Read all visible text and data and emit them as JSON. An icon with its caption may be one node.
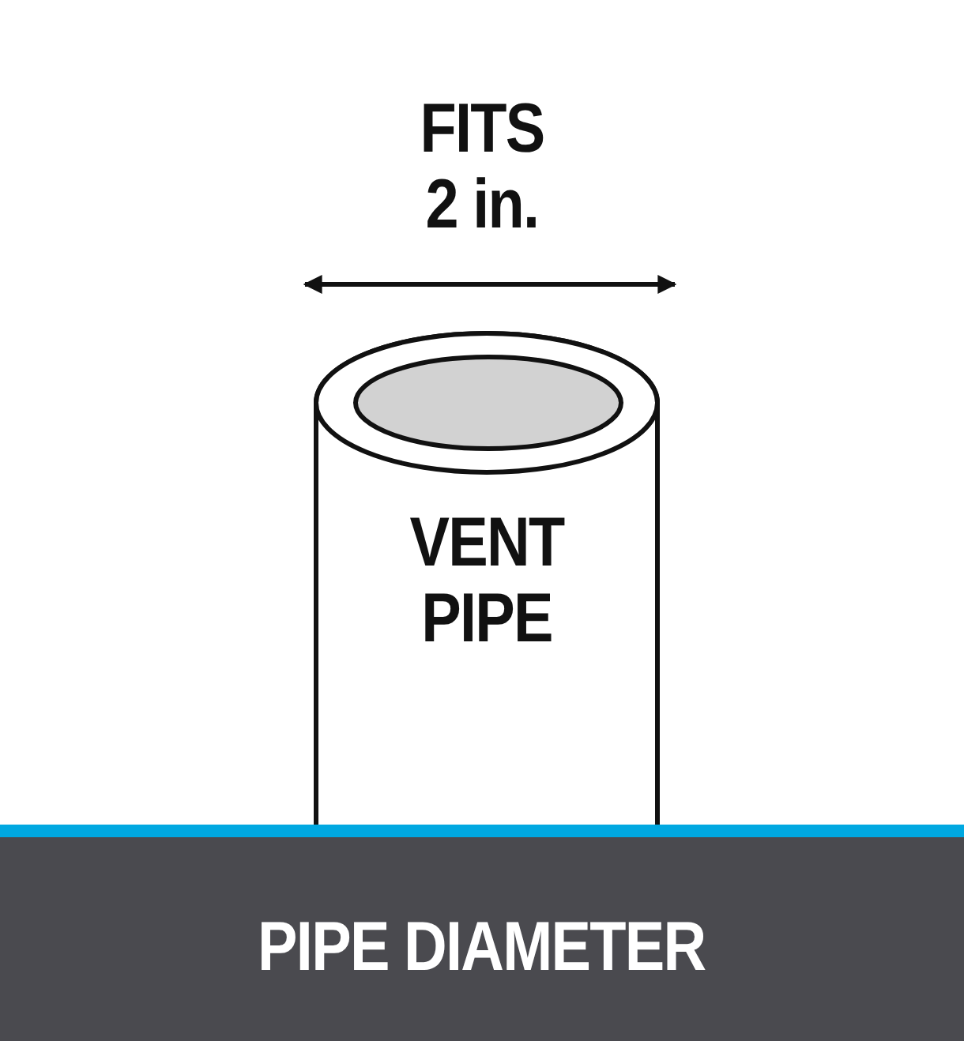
{
  "diagram": {
    "nodes": [
      {
        "text": [
          "VENT PIPE"
        ]
      },
      {
        "text": [
          "PIPE DIAMETER"
        ]
      }
    ],
    "labels": [
      "FITS 2 in."
    ]
  }
}
